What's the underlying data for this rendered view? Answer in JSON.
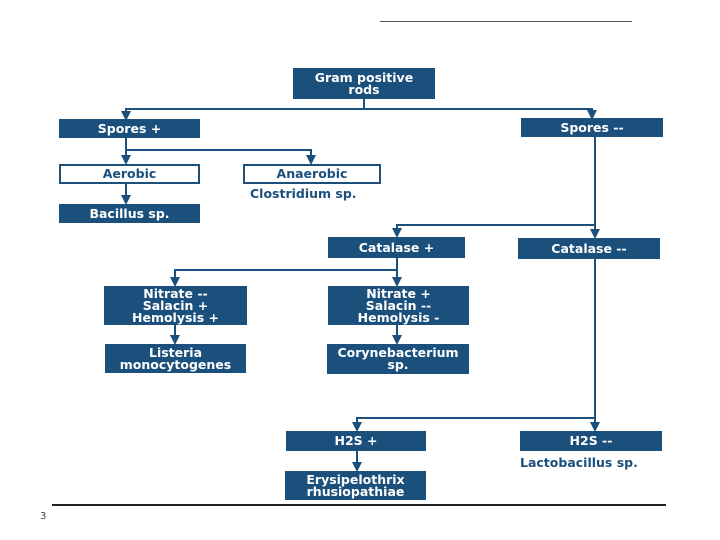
{
  "colors": {
    "node_fill": "#1b4f7c",
    "line": "#1b4f7c",
    "outline_text": "#1b4f7c"
  },
  "page_number": "3",
  "nodes": {
    "gram_positive": "Gram positive\nrods",
    "spores_pos": "Spores +",
    "spores_neg": "Spores --",
    "aerobic": "Aerobic",
    "anaerobic": "Anaerobic",
    "bacillus": "Bacillus sp.",
    "catalase_pos": "Catalase +",
    "catalase_neg": "Catalase --",
    "tests_listeria": "Nitrate --\nSalacin +\nHemolysis +",
    "tests_coryne": "Nitrate +\nSalacin --\nHemolysis -",
    "listeria": "Listeria\nmonocytogenes",
    "corynebacterium": "Corynebacterium\nsp.",
    "h2s_pos": "H2S +",
    "h2s_neg": "H2S --",
    "erysipelothrix": "Erysipelothrix\nrhusiopathiae"
  },
  "captions": {
    "clostridium": "Clostridium sp.",
    "lactobacillus": "Lactobacillus sp."
  }
}
